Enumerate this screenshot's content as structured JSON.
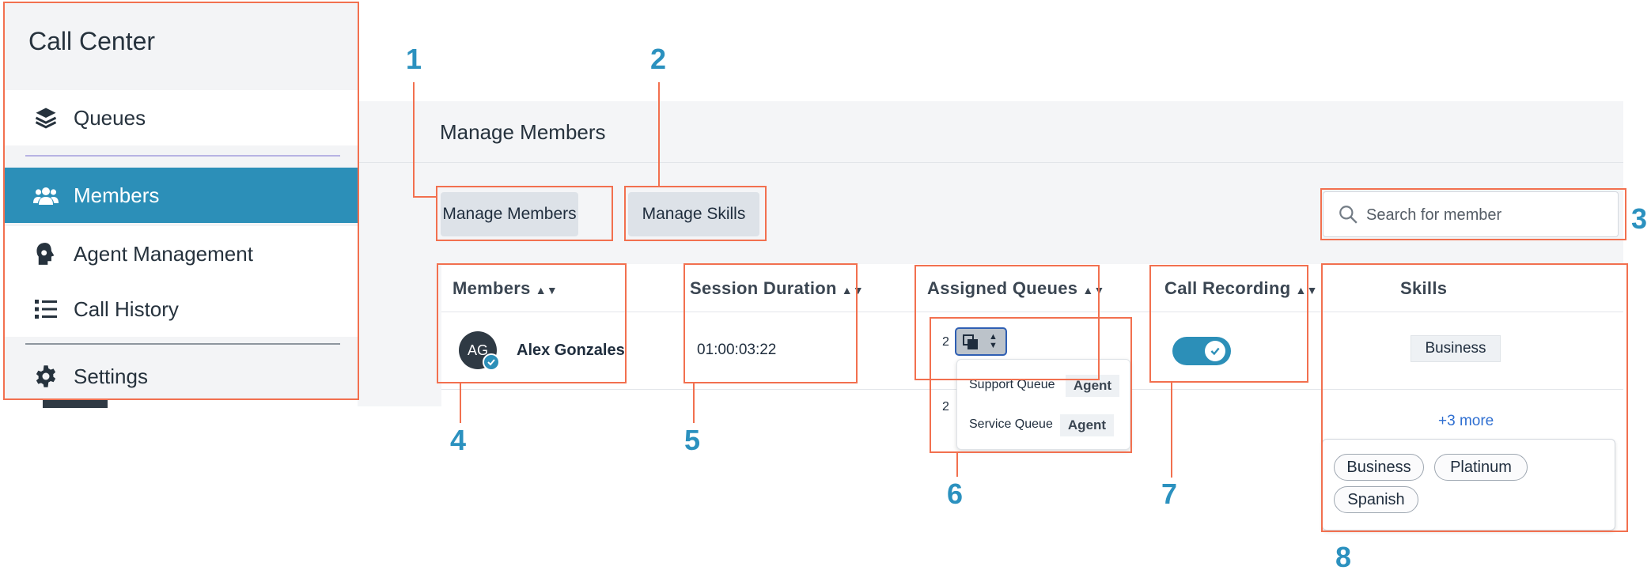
{
  "sidebar": {
    "title": "Call Center",
    "items": [
      {
        "label": "Queues",
        "icon": "layers-icon"
      },
      {
        "label": "Members",
        "icon": "users-icon",
        "active": true
      },
      {
        "label": "Agent Management",
        "icon": "agent-head-icon"
      },
      {
        "label": "Call History",
        "icon": "list-icon"
      },
      {
        "label": "Settings",
        "icon": "gear-icon"
      }
    ]
  },
  "main": {
    "title": "Manage Members",
    "buttons": {
      "manage_members": "Manage Members",
      "manage_skills": "Manage Skills"
    },
    "search": {
      "placeholder": "Search for member",
      "value": ""
    }
  },
  "table": {
    "columns": [
      "Members",
      "Session Duration",
      "Assigned Queues",
      "Call Recording",
      "Skills"
    ],
    "row": {
      "avatar_initials": "AG",
      "name": "Alex Gonzales",
      "session_duration": "01:00:03:22",
      "queue_count": "2",
      "queue_count_row2": "2",
      "call_recording": true,
      "skill": "Business",
      "more_skills": "+3 more"
    }
  },
  "queue_popover": [
    {
      "queue": "Support Queue",
      "role": "Agent"
    },
    {
      "queue": "Service Queue",
      "role": "Agent"
    }
  ],
  "skills_popover": [
    "Business",
    "Platinum",
    "Spanish"
  ],
  "annotations": [
    "1",
    "2",
    "3",
    "4",
    "5",
    "6",
    "7",
    "8"
  ],
  "colors": {
    "accent": "#2c8fb8",
    "annotation": "#f2704f",
    "label": "#2b91bf"
  }
}
